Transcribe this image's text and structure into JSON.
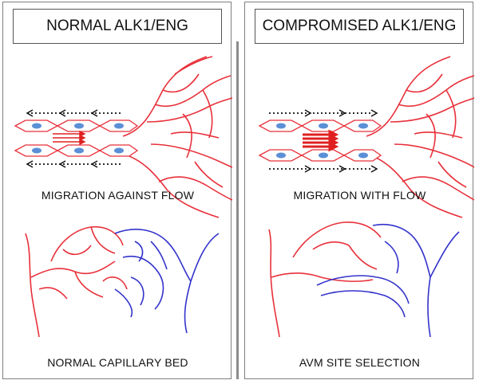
{
  "left_panel": {
    "title": "NORMAL ALK1/ENG",
    "migration_caption": "MIGRATION AGAINST FLOW",
    "bed_caption": "NORMAL CAPILLARY BED"
  },
  "right_panel": {
    "title": "COMPROMISED ALK1/ENG",
    "migration_caption": "MIGRATION WITH FLOW",
    "bed_caption": "AVM SITE SELECTION"
  },
  "colors": {
    "vessel_arterial": "#e8303a",
    "vessel_venous": "#3333cc",
    "cell_nucleus": "#5b8fd6",
    "flow_arrow": "#e02020",
    "migration_arrow": "#111111"
  }
}
